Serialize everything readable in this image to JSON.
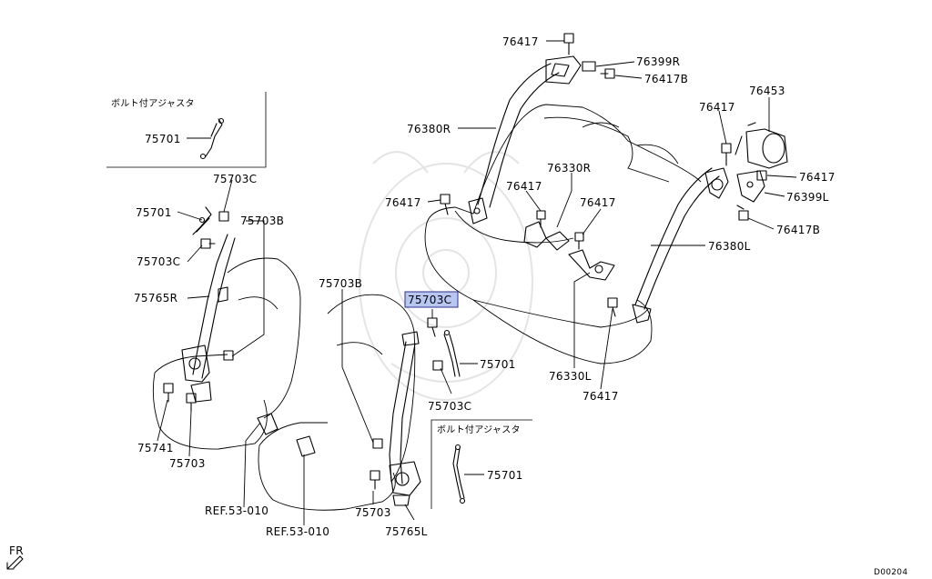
{
  "diagram_code": "D00204",
  "front_marker": "FR",
  "inset_titles": {
    "top_left": "ボルト付アジャスタ",
    "bottom_right": "ボルト付アジャスタ"
  },
  "highlighted_part": "75703C",
  "labels": {
    "p76417_top": "76417",
    "p76399R": "76399R",
    "p76417B_top": "76417B",
    "p76380R": "76380R",
    "p76453": "76453",
    "p76417_mid_right": "76417",
    "p76417_right": "76417",
    "p76399L": "76399L",
    "p76417B_right": "76417B",
    "p76380L": "76380L",
    "p76330R": "76330R",
    "p76417_center1": "76417",
    "p76417_center2": "76417",
    "p76417_left_center": "76417",
    "p76330L": "76330L",
    "p76417_bottom": "76417",
    "p75701_inset1": "75701",
    "p75703C_top": "75703C",
    "p75701_left": "75701",
    "p75703B_left": "75703B",
    "p75703C_left": "75703C",
    "p75765R": "75765R",
    "p75741": "75741",
    "p75703_left": "75703",
    "p75703B_mid": "75703B",
    "p75703C_hl": "75703C",
    "p75701_mid": "75701",
    "p75703C_mid": "75703C",
    "p75701_inset2": "75701",
    "ref1": "REF.53-010",
    "ref2": "REF.53-010",
    "p75703_bottom": "75703",
    "p75765L": "75765L"
  }
}
